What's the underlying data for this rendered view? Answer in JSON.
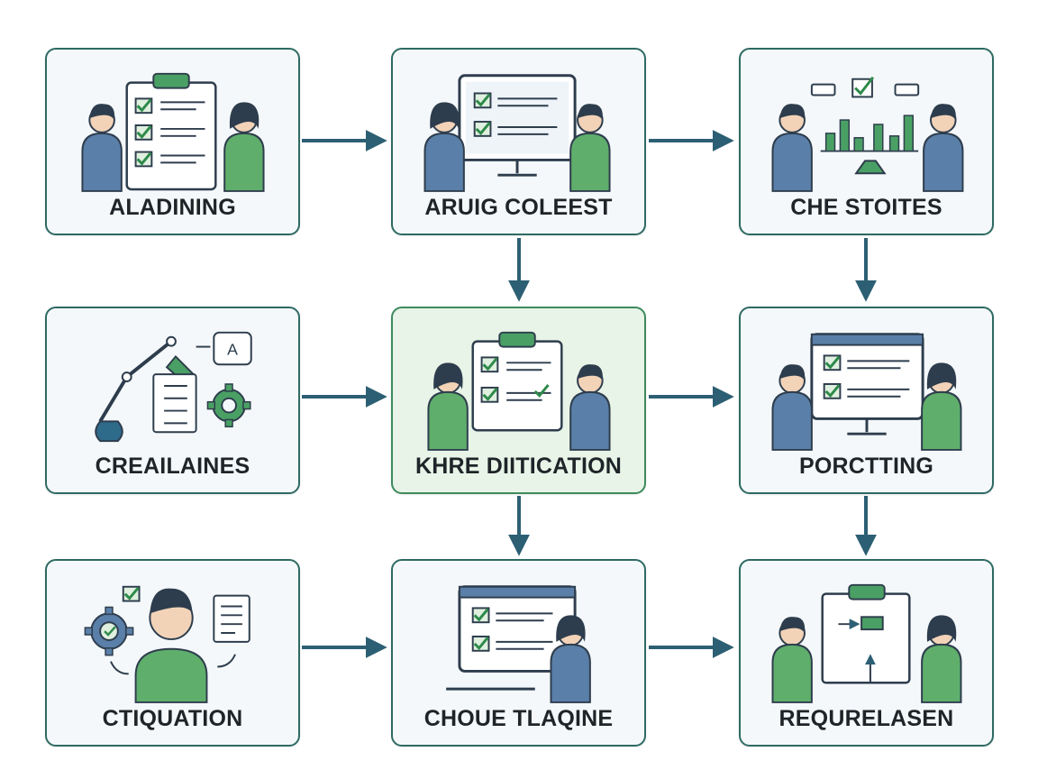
{
  "colors": {
    "card_border": "#2e6a63",
    "card_fill": "#f4f8fa",
    "highlight_fill": "#e7f4e7",
    "arrow": "#2c5f73",
    "accent_green": "#4aa064",
    "person_blue": "#5a7fa8",
    "person_green": "#5fae6c"
  },
  "steps": [
    {
      "label": "ALADINING",
      "icon": "clipboard-checklist-icon"
    },
    {
      "label": "ARUIG COLEEST",
      "icon": "monitor-checklist-icon"
    },
    {
      "label": "CHE STOITES",
      "icon": "bar-chart-icon"
    },
    {
      "label": "CREAILAINES",
      "icon": "lamp-gear-icon"
    },
    {
      "label": "KHRE DIITICATION",
      "icon": "clipboard-checklist-icon"
    },
    {
      "label": "PORCTTING",
      "icon": "monitor-checklist-icon"
    },
    {
      "label": "CTIQUATION",
      "icon": "gear-person-document-icon"
    },
    {
      "label": "CHOUE TLAQINE",
      "icon": "monitor-checklist-icon"
    },
    {
      "label": "REQURELASEN",
      "icon": "whiteboard-icon"
    }
  ]
}
